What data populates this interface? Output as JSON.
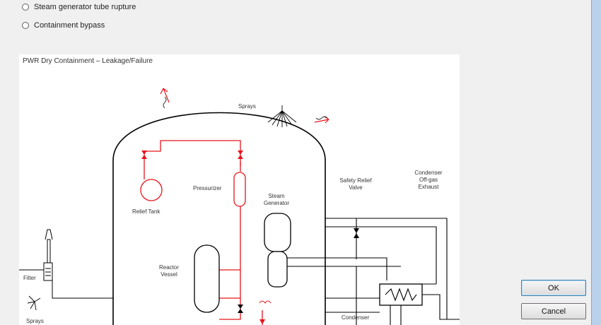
{
  "options": [
    {
      "label": "Steam generator tube rupture",
      "selected": false
    },
    {
      "label": "Containment bypass",
      "selected": false
    }
  ],
  "diagram": {
    "title": "PWR Dry Containment – Leakage/Failure",
    "labels": {
      "sprays_top": "Sprays",
      "relief_tank": "Relief Tank",
      "pressurizer": "Pressurizer",
      "steam_generator": "Steam Generator",
      "reactor_vessel": "Reactor Vessel",
      "safety_relief_valve": "Safety Relief Valve",
      "condenser_offgas": "Condenser Off-gas Exhaust",
      "condenser": "Condenser",
      "filter": "Filter",
      "sprays_bottom": "Sprays"
    }
  },
  "buttons": {
    "ok": "OK",
    "cancel": "Cancel"
  },
  "colors": {
    "leak_red": "#e8141b",
    "line": "#000000"
  }
}
